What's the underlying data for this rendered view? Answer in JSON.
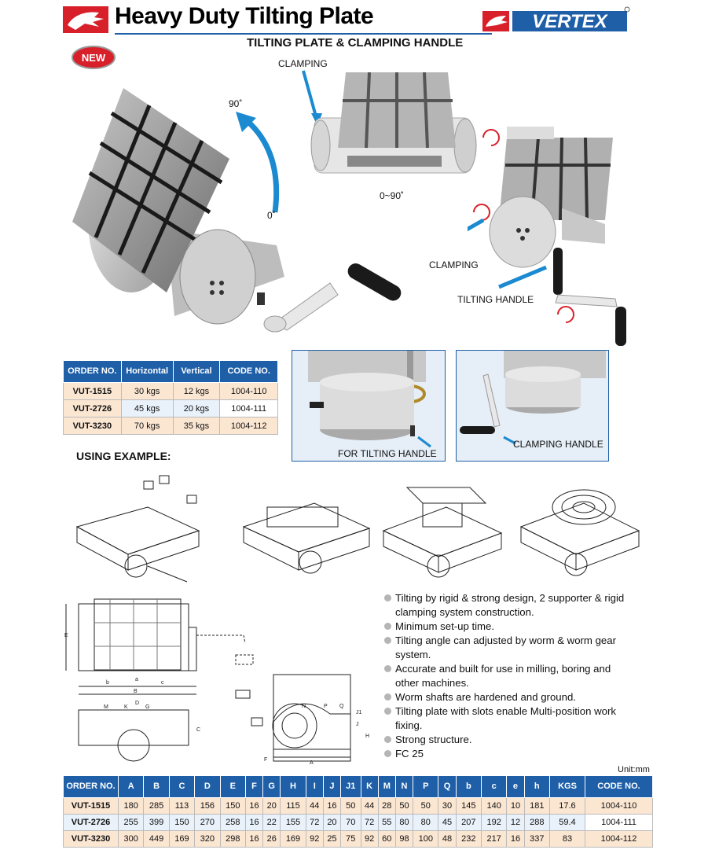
{
  "header": {
    "title": "Heavy Duty Tilting Plate",
    "subtitle": "TILTING PLATE & CLAMPING HANDLE",
    "brand": "VERTEX",
    "badge": "NEW"
  },
  "photo_labels": {
    "angle_top": "90˚",
    "angle_bottom": "0˚",
    "clamping_top": "CLAMPING",
    "range": "0~90˚",
    "clamping_right": "CLAMPING",
    "tilting_handle": "TILTING  HANDLE",
    "for_tilting_handle": "FOR TILTING HANDLE",
    "clamping_handle": "CLAMPING HANDLE"
  },
  "load_table": {
    "headers": [
      "ORDER NO.",
      "Horizontal",
      "Vertical",
      "CODE NO."
    ],
    "rows": [
      [
        "VUT-1515",
        "30 kgs",
        "12 kgs",
        "1004-110"
      ],
      [
        "VUT-2726",
        "45 kgs",
        "20 kgs",
        "1004-111"
      ],
      [
        "VUT-3230",
        "70 kgs",
        "35 kgs",
        "1004-112"
      ]
    ]
  },
  "using_example": "USING EXAMPLE:",
  "features": [
    "Tilting by rigid & strong design, 2 supporter & rigid clamping system construction.",
    "Minimum set-up time.",
    "Tilting angle can adjusted by worm & worm gear system.",
    "Accurate and built for use in milling, boring and other machines.",
    "Worm shafts are hardened and ground.",
    "Tilting plate with slots enable Multi-position work fixing.",
    "Strong structure.",
    "FC 25"
  ],
  "drawing_labels": {
    "front": [
      "E",
      "b",
      "c",
      "B",
      "a",
      "D",
      "M",
      "K",
      "G",
      "C"
    ],
    "side": [
      "N",
      "P",
      "Q",
      "J1",
      "J",
      "H",
      "A",
      "F"
    ]
  },
  "unit": "Unit:mm",
  "dim_table": {
    "headers": [
      "ORDER NO.",
      "A",
      "B",
      "C",
      "D",
      "E",
      "F",
      "G",
      "H",
      "I",
      "J",
      "J1",
      "K",
      "M",
      "N",
      "P",
      "Q",
      "b",
      "c",
      "e",
      "h",
      "KGS",
      "CODE NO."
    ],
    "rows": [
      [
        "VUT-1515",
        "180",
        "285",
        "113",
        "156",
        "150",
        "16",
        "20",
        "115",
        "44",
        "16",
        "50",
        "44",
        "28",
        "50",
        "50",
        "30",
        "145",
        "140",
        "10",
        "181",
        "17.6",
        "1004-110"
      ],
      [
        "VUT-2726",
        "255",
        "399",
        "150",
        "270",
        "258",
        "16",
        "22",
        "155",
        "72",
        "20",
        "70",
        "72",
        "55",
        "80",
        "80",
        "45",
        "207",
        "192",
        "12",
        "288",
        "59.4",
        "1004-111"
      ],
      [
        "VUT-3230",
        "300",
        "449",
        "169",
        "320",
        "298",
        "16",
        "26",
        "169",
        "92",
        "25",
        "75",
        "92",
        "60",
        "98",
        "100",
        "48",
        "232",
        "217",
        "16",
        "337",
        "83",
        "1004-112"
      ]
    ]
  },
  "colors": {
    "accent": "#1e5fa8",
    "brand_red": "#d8202a",
    "row_peach": "#fbe6d2",
    "row_blue": "#e9f1fa"
  }
}
